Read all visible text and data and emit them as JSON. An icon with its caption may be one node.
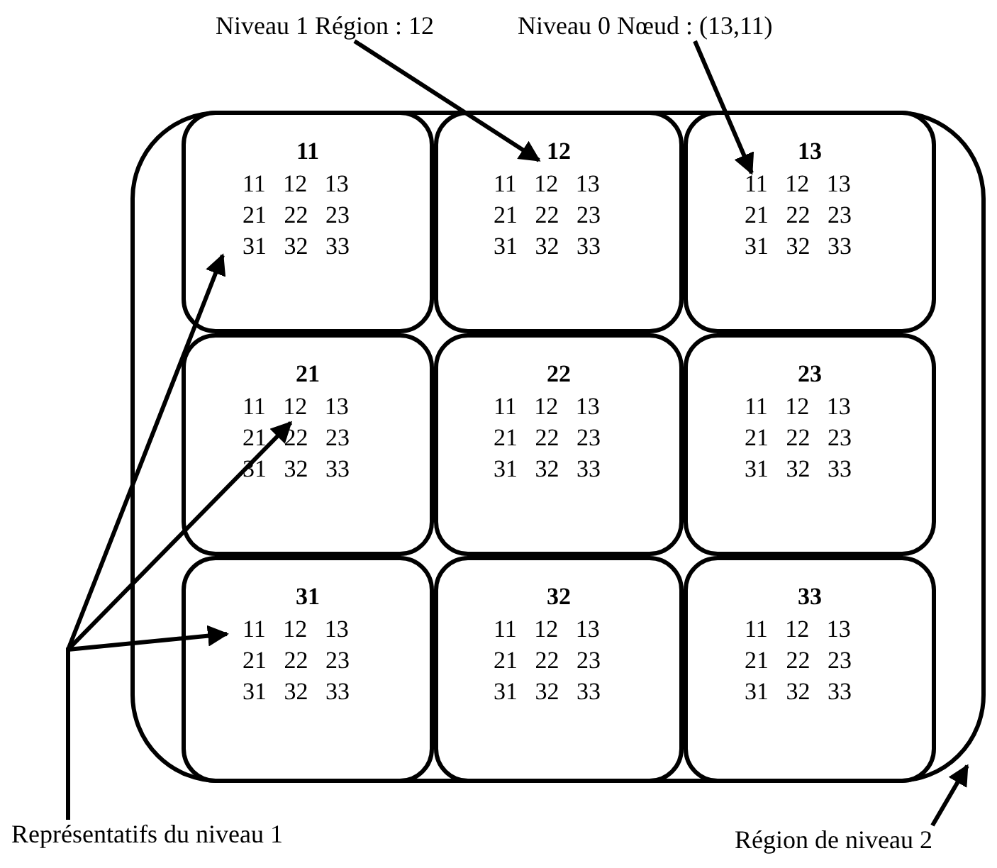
{
  "diagram": {
    "nodes": [
      {
        "text": [
          "Niveau 1 Région : 12"
        ]
      },
      {
        "text": [
          "Niveau 0 Nœud : (13,11)"
        ]
      },
      {
        "text": [],
        "shape": "box"
      },
      {
        "text": [
          "11",
          "11 12 13 21 22 23 31 32 33"
        ],
        "in": 2
      },
      {
        "text": [
          "12",
          "11 12 13 21 22 23 31 32 33"
        ],
        "in": 2
      },
      {
        "text": [
          "13",
          "11 12 13 21 22 23 31 32 33"
        ],
        "in": 2
      },
      {
        "text": [
          "21",
          "11 12 13 21 22 23 31 32 33"
        ],
        "in": 2
      },
      {
        "text": [
          "22",
          "11 12 13 21 22 23 31 32 33"
        ],
        "in": 2
      },
      {
        "text": [
          "23",
          "11 12 13 21 22 23 31 32 33"
        ],
        "in": 2
      },
      {
        "text": [
          "31",
          "11 12 13 21 22 23 31 32 33"
        ],
        "in": 2
      },
      {
        "text": [
          "32",
          "11 12 13 21 22 23 31 32 33"
        ],
        "in": 2
      },
      {
        "text": [
          "33",
          "11 12 13 21 22 23 31 32 33"
        ],
        "in": 2
      },
      {
        "text": [
          "Représentatifs du niveau 1"
        ]
      },
      {
        "text": [
          "Région de niveau 2"
        ]
      }
    ],
    "edges": [
      {
        "from": 0,
        "to": 4,
        "arrow": "to"
      },
      {
        "from": 1,
        "to": 5,
        "arrow": "to"
      },
      {
        "from": 12,
        "to": 3,
        "arrow": "to"
      },
      {
        "from": 12,
        "to": 6,
        "arrow": "to"
      },
      {
        "from": 12,
        "to": 9,
        "arrow": "to"
      },
      {
        "from": 13,
        "to": 2,
        "arrow": "to"
      }
    ]
  }
}
